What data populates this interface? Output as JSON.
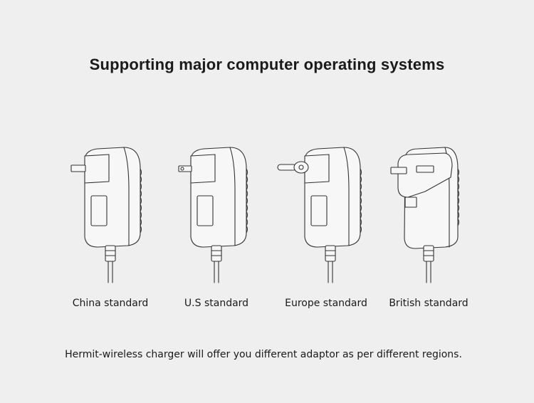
{
  "title": "Supporting major computer operating systems",
  "adaptors": [
    {
      "label": "China standard",
      "icon": "china-plug-adaptor"
    },
    {
      "label": "U.S standard",
      "icon": "us-plug-adaptor"
    },
    {
      "label": "Europe standard",
      "icon": "europe-plug-adaptor"
    },
    {
      "label": "British standard",
      "icon": "british-plug-adaptor"
    }
  ],
  "note": "Hermit-wireless charger will offer you different adaptor as per different regions."
}
